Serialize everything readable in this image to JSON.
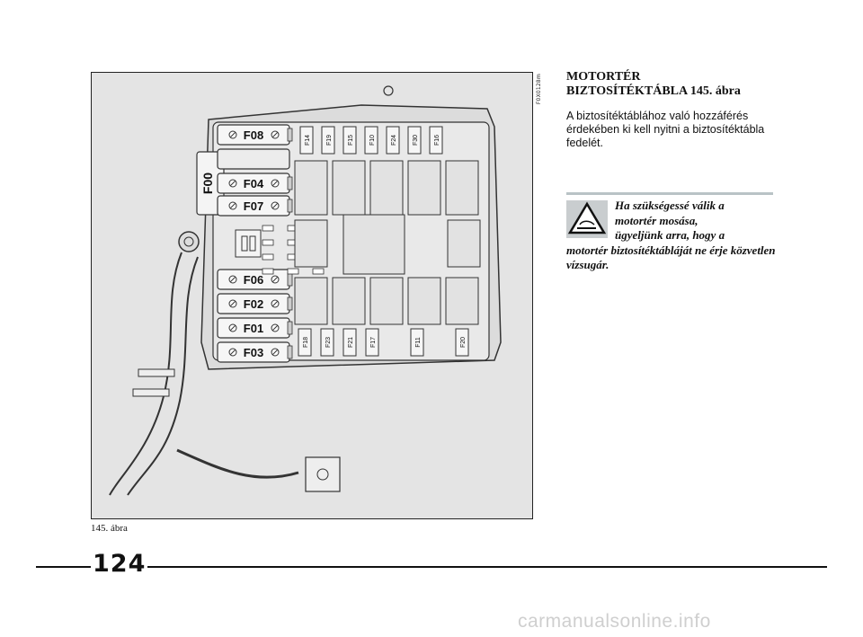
{
  "figure": {
    "code": "F0X0128m",
    "caption": "145. ábra",
    "diagram": {
      "large_fuses": [
        {
          "label": "F08"
        },
        {
          "label": "F04"
        },
        {
          "label": "F07"
        },
        {
          "label": "F06"
        },
        {
          "label": "F02"
        },
        {
          "label": "F01"
        },
        {
          "label": "F03"
        }
      ],
      "side_fuse": "F00",
      "top_fuses": [
        "F14",
        "F19",
        "F15",
        "F10",
        "F24",
        "F30",
        "F16"
      ],
      "bottom_fuses": [
        "F18",
        "F23",
        "F21",
        "F17",
        "F11",
        "F20"
      ]
    }
  },
  "section": {
    "title_line1": "MOTORTÉR",
    "title_line2": "BIZTOSÍTÉKTÁBLA 145. ábra",
    "body": "A biztosítéktáblához való hozzáférés érdekében ki kell nyitni a biztosítéktábla fedelét."
  },
  "warning": {
    "icon": "warning-triangle-icon",
    "line1": "Ha szükségessé válik a",
    "line2": "motortér mosása,",
    "line3": "ügyeljünk arra, hogy a",
    "rest": "motortér biztosítéktábláját ne érje közvetlen vízsugár."
  },
  "page": {
    "number": "124"
  },
  "watermark": "carmanualsonline.info"
}
